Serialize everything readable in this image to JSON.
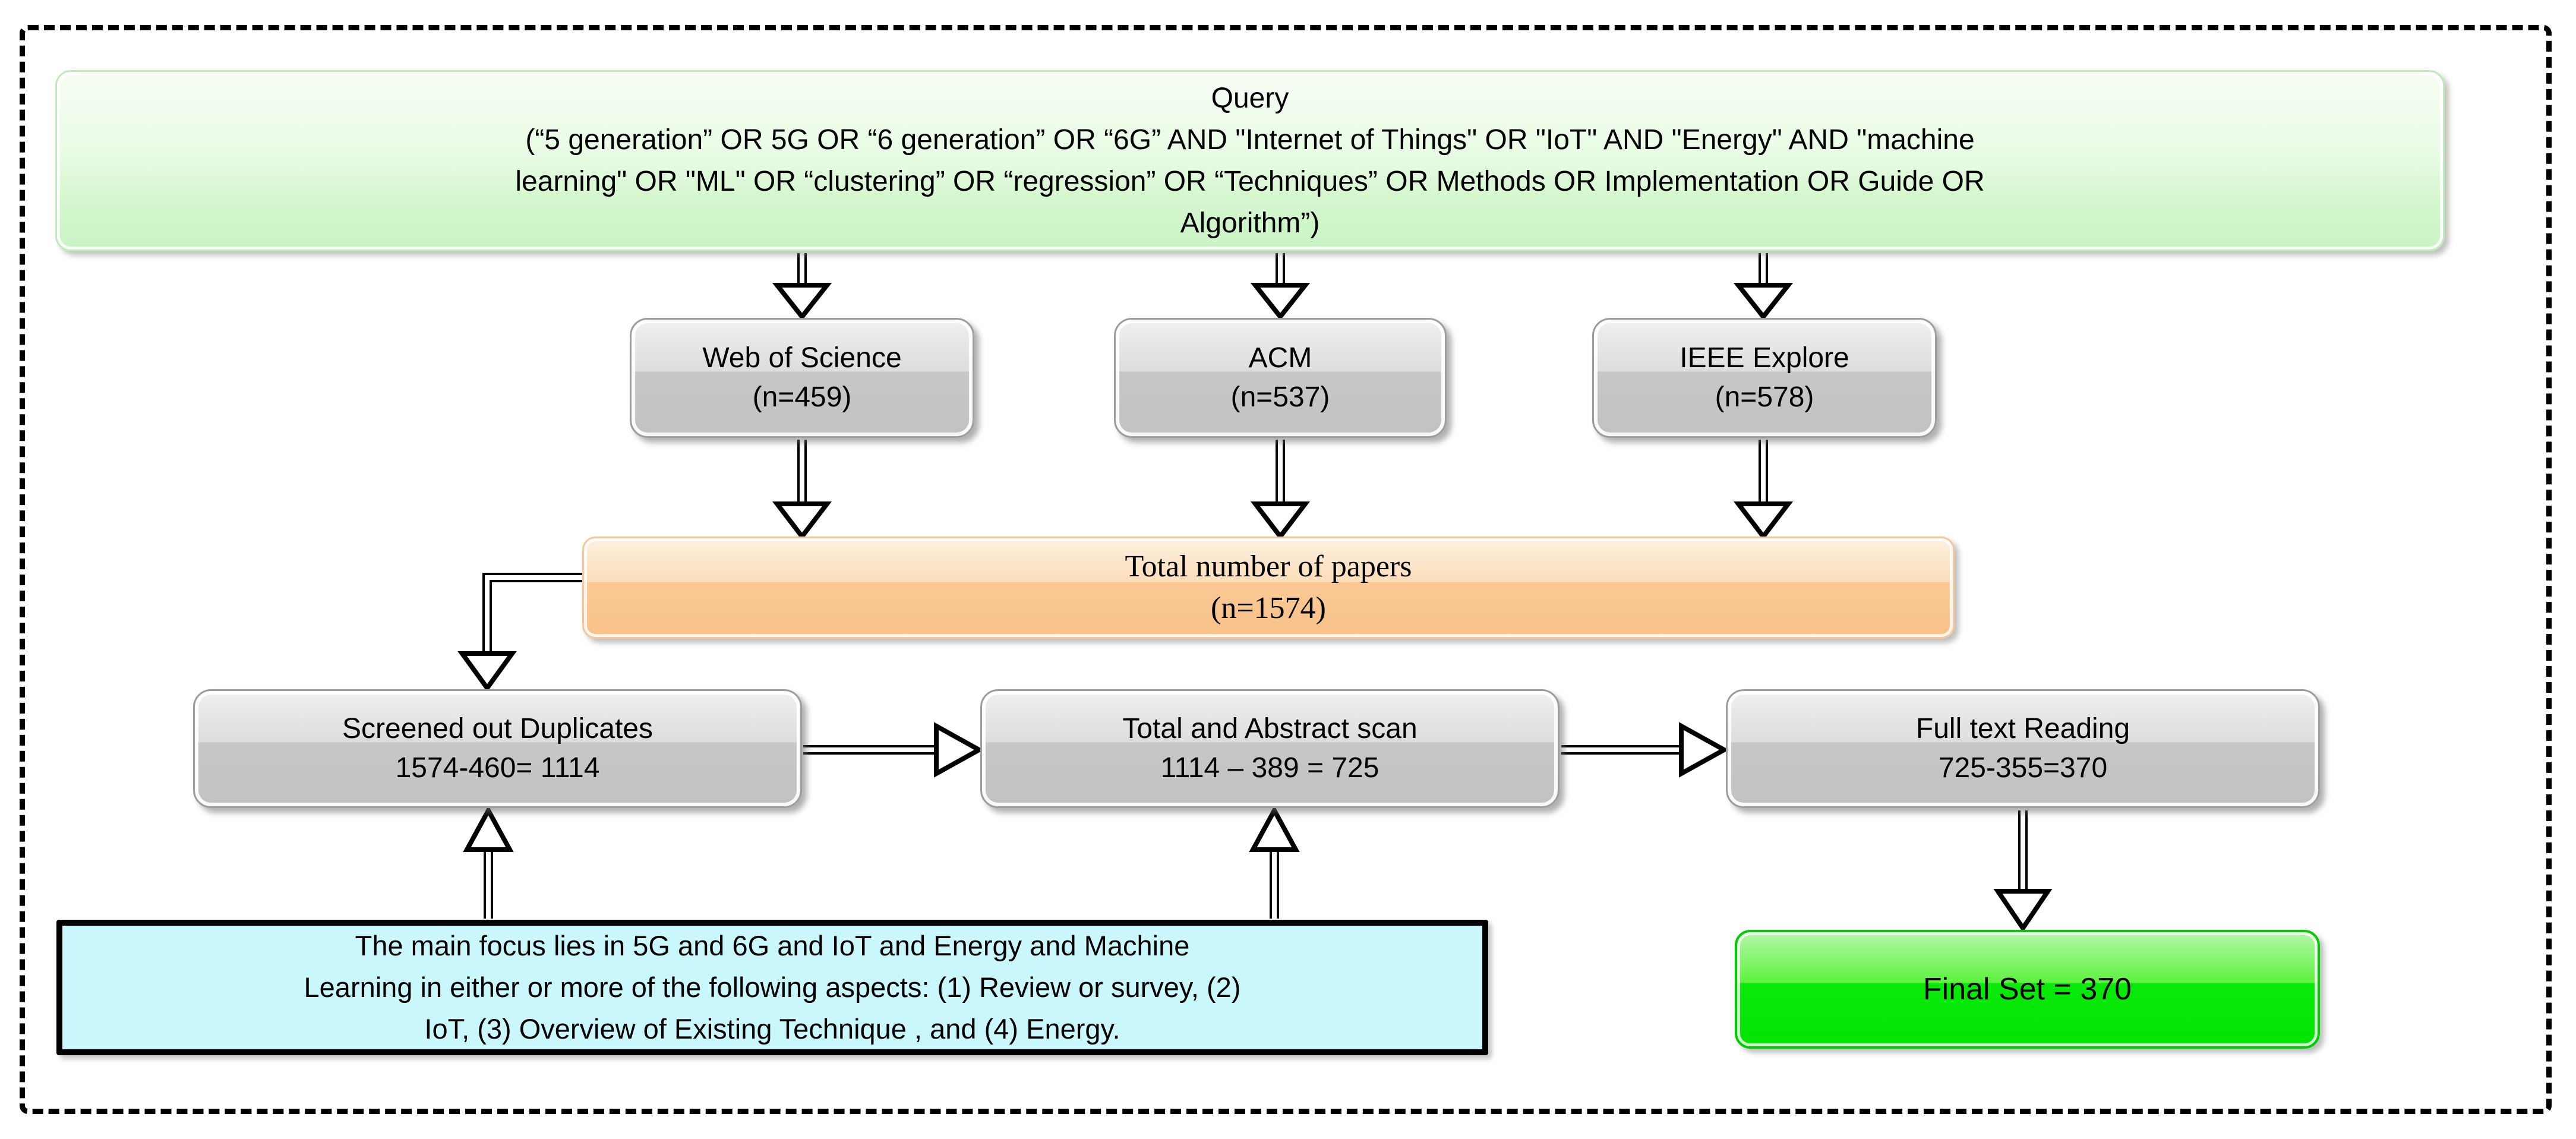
{
  "diagram": {
    "query_box": {
      "title": "Query",
      "lines": [
        "(“5 generation” OR 5G OR “6 generation” OR “6G” AND \"Internet of Things\" OR \"IoT\" AND \"Energy\" AND \"machine",
        "learning\" OR \"ML\" OR “clustering” OR “regression” OR “Techniques” OR Methods OR Implementation OR Guide OR",
        "Algorithm”)"
      ]
    },
    "sources": [
      {
        "name": "Web of Science",
        "count": "(n=459)"
      },
      {
        "name": "ACM",
        "count": "(n=537)"
      },
      {
        "name": "IEEE Explore",
        "count": "(n=578)"
      }
    ],
    "total_box": {
      "line1": "Total number of papers",
      "line2": "(n=1574)"
    },
    "screen_boxes": [
      {
        "line1": "Screened out Duplicates",
        "line2": "1574-460= 1114"
      },
      {
        "line1": "Total and Abstract scan",
        "line2": "1114 – 389 = 725"
      },
      {
        "line1": "Full text Reading",
        "line2": "725-355=370"
      }
    ],
    "criteria_box": {
      "lines": [
        "The main focus lies in 5G and 6G and IoT and Energy and Machine",
        "Learning in either or more of the following aspects: (1) Review or survey, (2)",
        "IoT, (3) Overview of Existing Technique , and (4) Energy."
      ]
    },
    "final_box": {
      "text": "Final Set = 370"
    },
    "colors": {
      "query_green": "#c9f3c4",
      "source_gray": "#c2c2c2",
      "total_orange": "#f8c188",
      "criteria_cyan": "#c9f7fb",
      "final_green": "#00e400",
      "line_black": "#000000"
    }
  }
}
